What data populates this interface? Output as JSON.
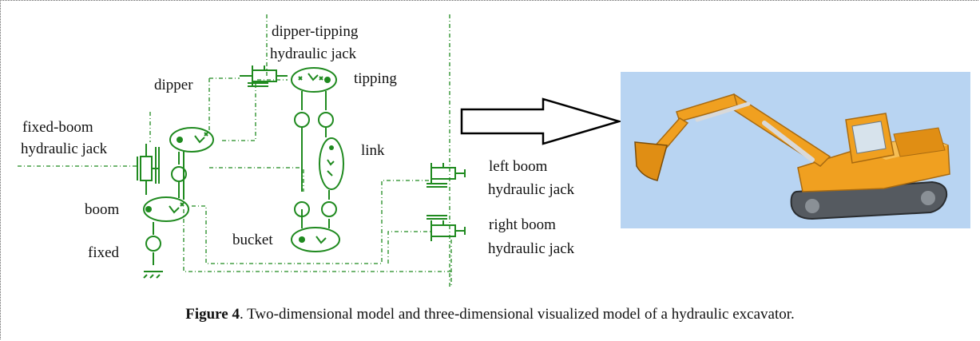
{
  "labels": {
    "dipper_tipping_line1": "dipper-tipping",
    "dipper_tipping_line2": "hydraulic jack",
    "dipper": "dipper",
    "tipping": "tipping",
    "fixed_boom_line1": "fixed-boom",
    "fixed_boom_line2": "hydraulic jack",
    "link": "link",
    "left_boom_line1": "left boom",
    "left_boom_line2": "hydraulic jack",
    "boom": "boom",
    "right_boom_line1": "right boom",
    "right_boom_line2": "hydraulic jack",
    "bucket": "bucket",
    "fixed": "fixed"
  },
  "caption": {
    "figure_label": "Figure 4",
    "text": ". Two-dimensional model and three-dimensional visualized model of a hydraulic excavator."
  },
  "colors": {
    "schematic": "#1f8a1f",
    "excavator_body": "#f0a020",
    "render_background": "#b8d4f2"
  }
}
